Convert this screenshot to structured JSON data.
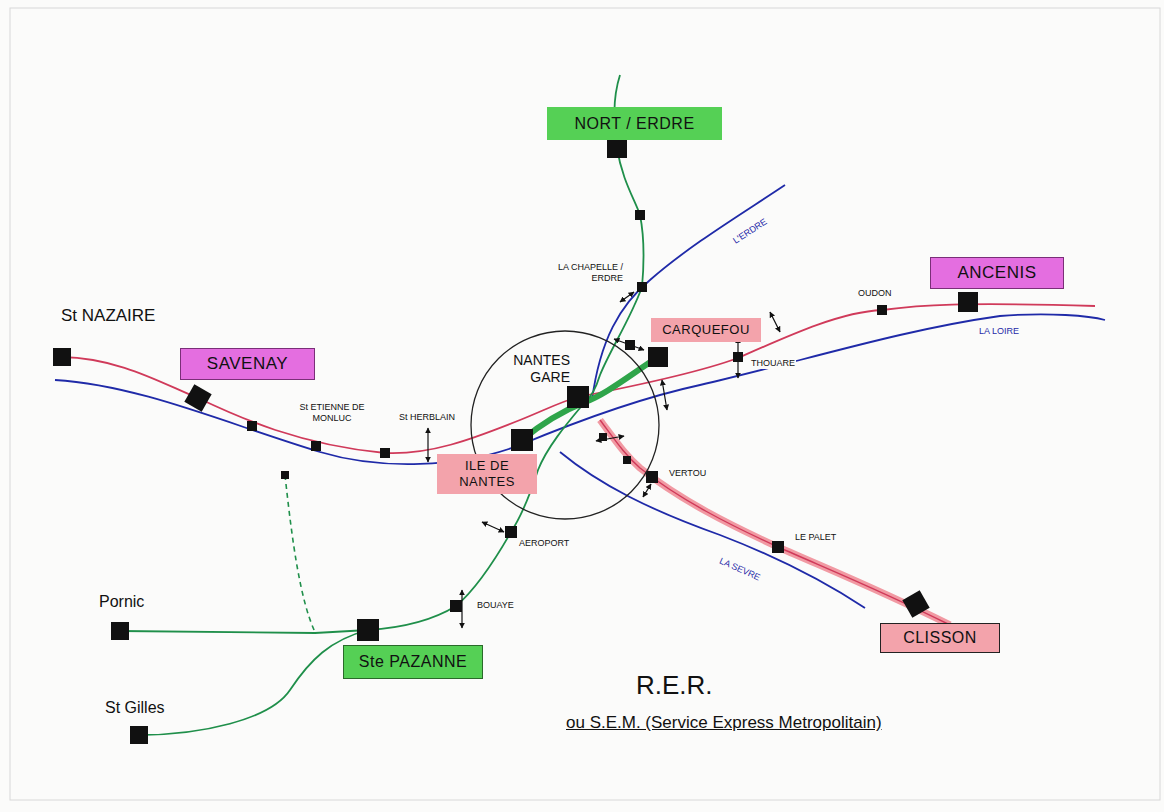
{
  "diagram": {
    "title": "R.E.R.",
    "caption": "ou S.E.M. (Service Express Metropolitain)",
    "nodes": [
      {
        "text": [
          "NORT / ERDRE"
        ]
      },
      {
        "text": [
          "ANCENIS"
        ]
      },
      {
        "text": [
          "SAVENAY"
        ]
      },
      {
        "text": [
          "CARQUEFOU"
        ]
      },
      {
        "text": [
          "NANTES GARE"
        ]
      },
      {
        "text": [
          "ILE DE NANTES"
        ]
      },
      {
        "text": [
          "CLISSON"
        ]
      },
      {
        "text": [
          "Ste PAZANNE"
        ]
      }
    ],
    "labels": [
      "St NAZAIRE",
      "St ETIENNE DE MONLUC",
      "St HERBLAIN",
      "LA CHAPELLE / ERDRE",
      "L'ERDRE",
      "OUDON",
      "THOUARE",
      "LA LOIRE",
      "VERTOU",
      "LE PALET",
      "LA SEVRE",
      "AEROPORT",
      "BOUAYE",
      "Pornic",
      "St Gilles"
    ]
  }
}
